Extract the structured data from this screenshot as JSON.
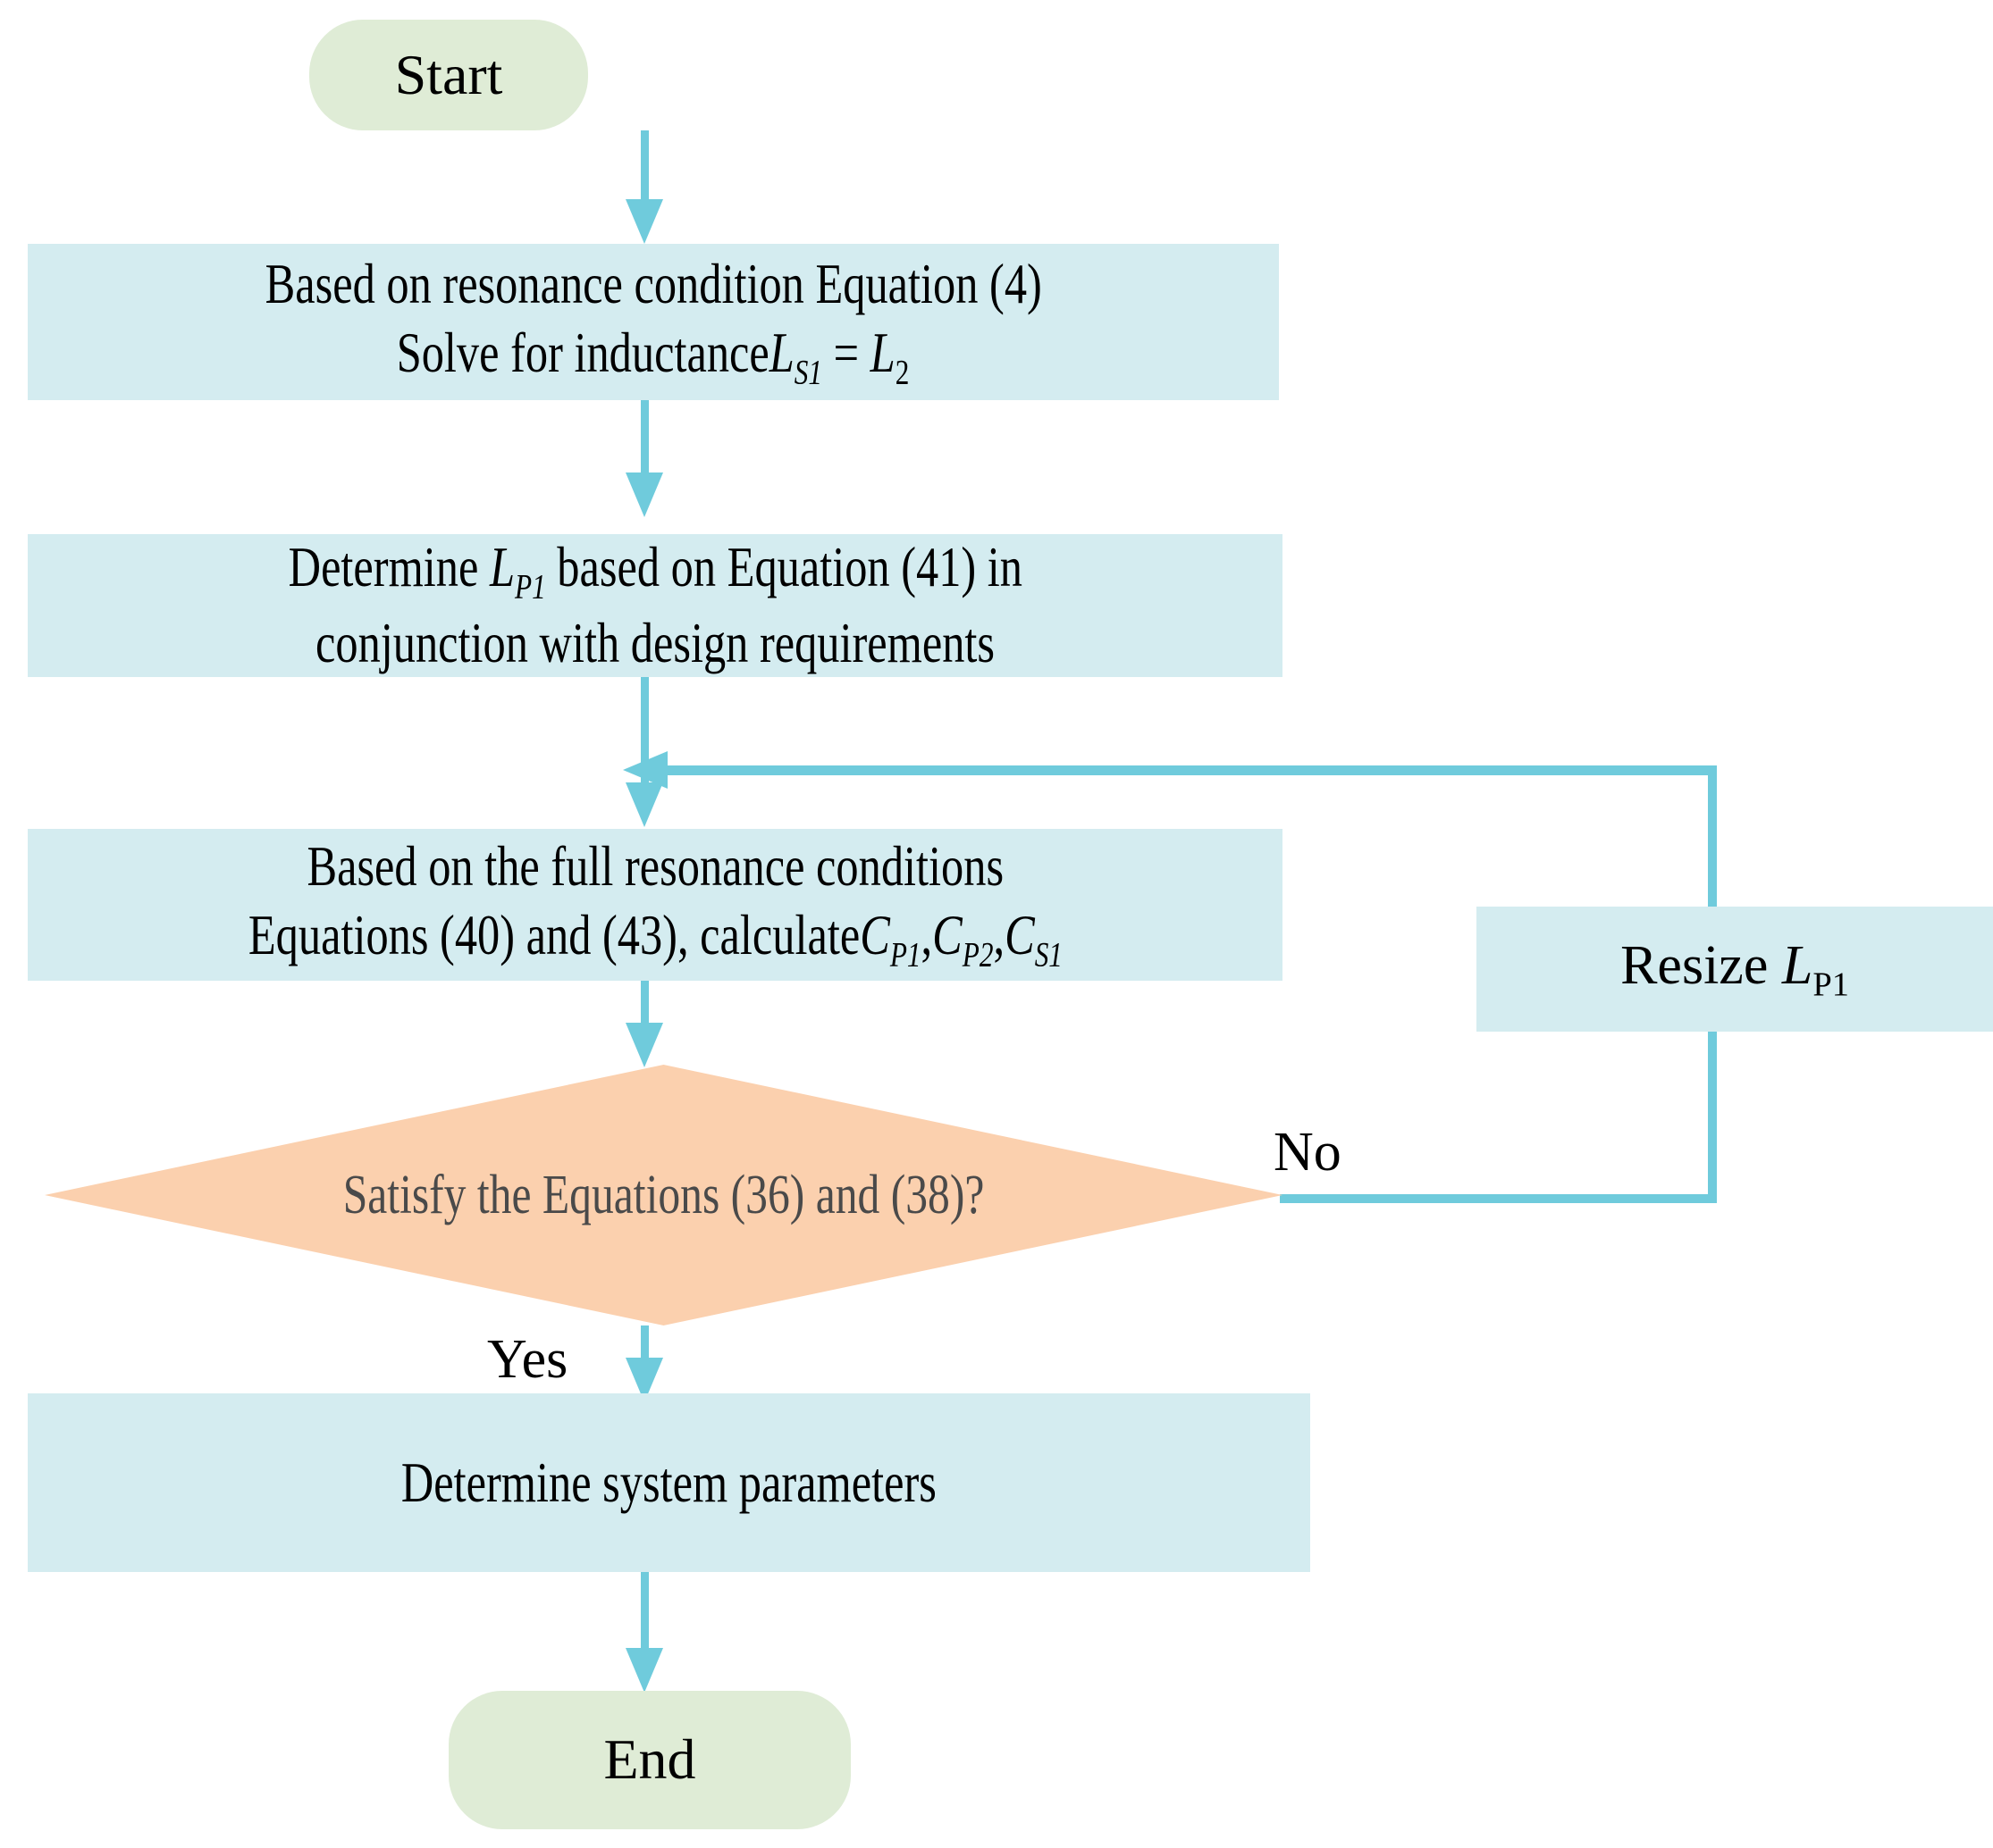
{
  "diagram": {
    "title": "Design procedure flowchart",
    "colors": {
      "terminator_fill": "#dfecd6",
      "process_fill": "#d4ecf0",
      "decision_fill": "#fbd0ae",
      "connector": "#6fcbdc",
      "text": "#000000",
      "decision_text": "#4a4a4a",
      "background": "#ffffff"
    }
  },
  "nodes": {
    "start": {
      "type": "terminator",
      "label": "Start"
    },
    "solve_inductance": {
      "type": "process",
      "line1": "Based on resonance condition Equation (4)",
      "line2_pre": "Solve for inductance",
      "line2_var1": "L",
      "line2_var1_sub": "S1",
      "line2_eq": " = ",
      "line2_var2": "L",
      "line2_var2_sub": "2"
    },
    "determine_lp1": {
      "type": "process",
      "line1_pre": "Determine  ",
      "line1_var": "L",
      "line1_var_sub": "P1",
      "line1_post": " based on Equation (41) in",
      "line2": "conjunction with design requirements"
    },
    "calculate_caps": {
      "type": "process",
      "line1": "Based on the full resonance conditions",
      "line2_pre": "Equations (40) and (43), calculate",
      "line2_c1": "C",
      "line2_c1_sub": "P1",
      "line2_sep1": ",",
      "line2_c2": "C",
      "line2_c2_sub": "P2",
      "line2_sep2": ",",
      "line2_c3": "C",
      "line2_c3_sub": "S1"
    },
    "decision": {
      "type": "decision",
      "label": "Satisfy the Equations (36) and (38)?"
    },
    "resize_lp1": {
      "type": "process",
      "pre": "Resize ",
      "var": "L",
      "var_sub": "P1"
    },
    "determine_params": {
      "type": "process",
      "label": "Determine system parameters"
    },
    "end": {
      "type": "terminator",
      "label": "End"
    }
  },
  "edges": {
    "yes_label": "Yes",
    "no_label": "No"
  }
}
